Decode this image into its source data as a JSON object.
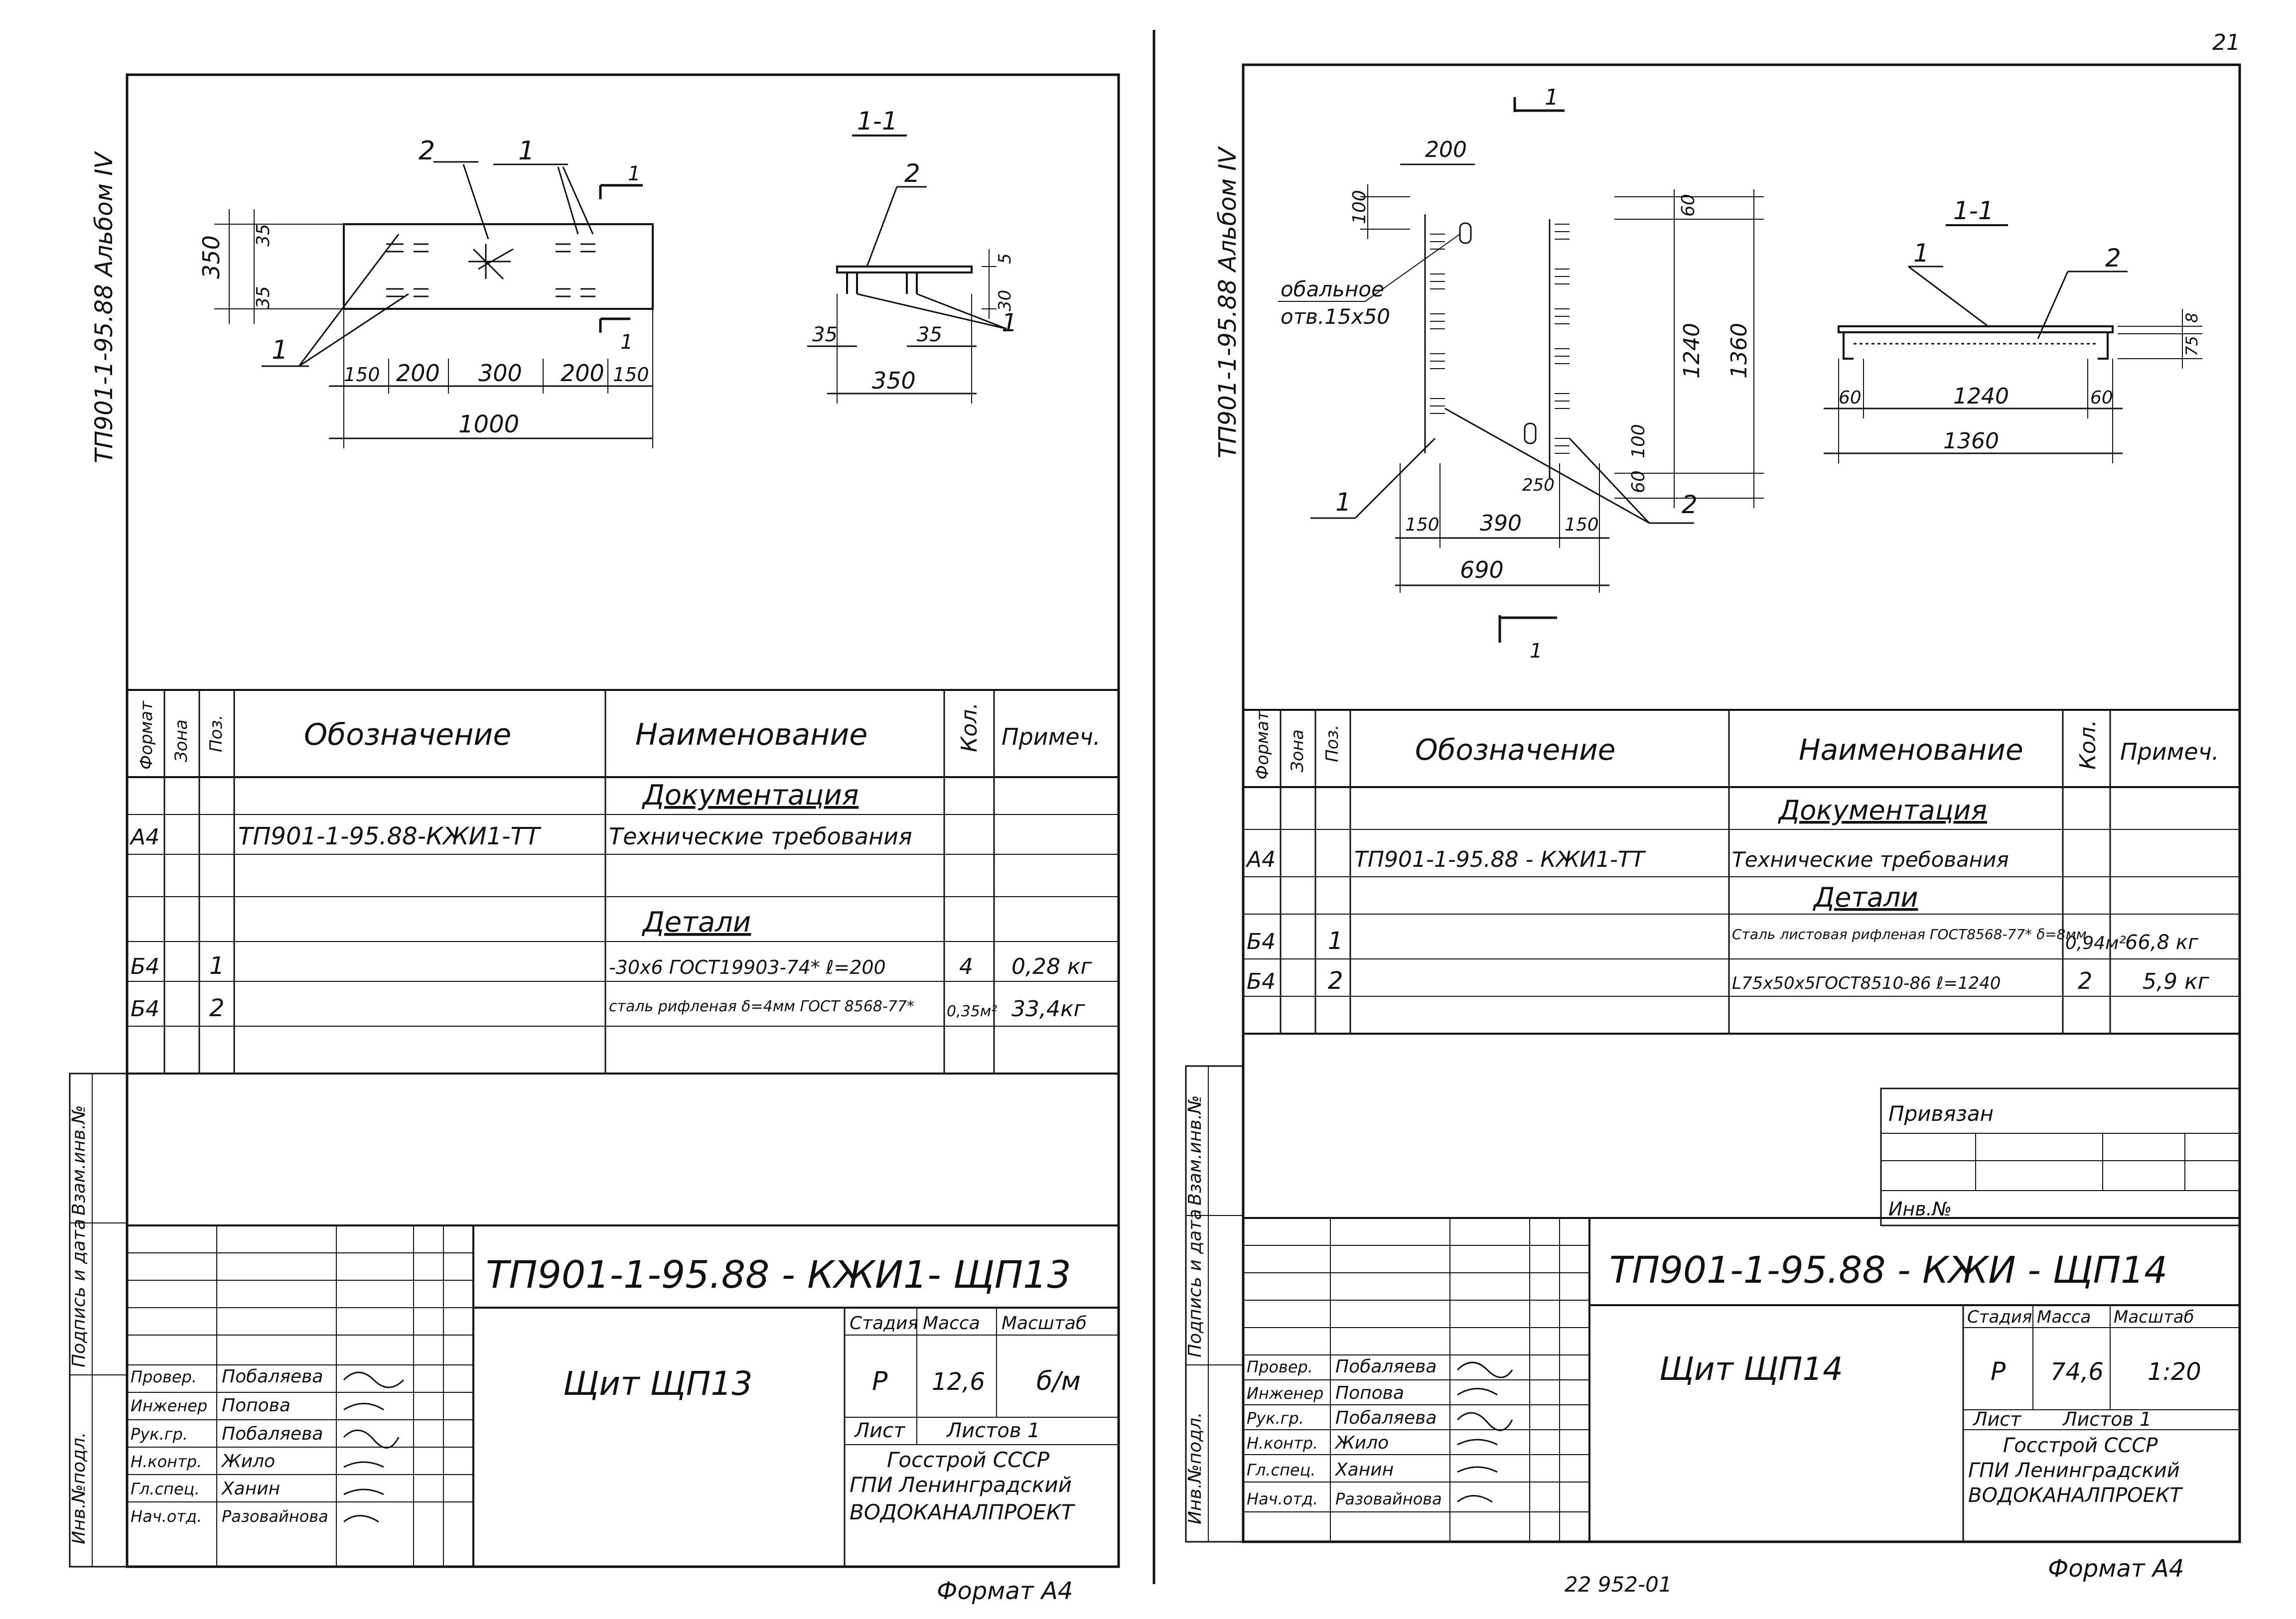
{
  "pageNumber": "21",
  "left": {
    "sideCode": "ТП901-1-95.88 Альбом IV",
    "drawing": {
      "dimH": "350",
      "dimV1": "35",
      "dimV2": "35",
      "segA": "150",
      "segB": "200",
      "segC": "300",
      "segD": "200",
      "segE": "150",
      "total": "1000",
      "lbl1": "1",
      "lbl2": "2",
      "lbl1b": "1",
      "cutMark": "1",
      "cutMark2": "1",
      "sectionTitle": "1-1",
      "secLbl2": "2",
      "secLbl1": "1",
      "secDim30": "30",
      "secDim5": "5",
      "secDim35a": "35",
      "secDim35b": "35",
      "secW": "350"
    },
    "spec": {
      "headers": {
        "format": "Формат",
        "zone": "Зона",
        "pos": "Поз.",
        "designation": "Обозначение",
        "name": "Наименование",
        "qty": "Кол.",
        "note": "Примеч."
      },
      "rows": [
        {
          "format": "",
          "pos": "",
          "designation": "",
          "name": "Документация",
          "qty": "",
          "note": ""
        },
        {
          "format": "А4",
          "pos": "",
          "designation": "ТП901-1-95.88-КЖИ1-ТТ",
          "name": "Технические требования",
          "qty": "",
          "note": ""
        },
        {
          "format": "",
          "pos": "",
          "designation": "",
          "name": "Детали",
          "qty": "",
          "note": ""
        },
        {
          "format": "Б4",
          "pos": "1",
          "designation": "",
          "name": "-30х6 ГОСТ19903-74* ℓ=200",
          "qty": "4",
          "note": "0,28 кг"
        },
        {
          "format": "Б4",
          "pos": "2",
          "designation": "",
          "name": "сталь рифленая δ=4мм ГОСТ 8568-77*",
          "qty": "0,35м²",
          "note": "33,4кг"
        }
      ]
    },
    "sideStamps": [
      "Взам.инв.№",
      "Подпись и дата",
      "Инв.№подл."
    ],
    "titleBlock": {
      "code": "ТП901-1-95.88 - КЖИ1- ЩП13",
      "title": "Щит ЩП13",
      "stageHdr": "Стадия",
      "massHdr": "Масса",
      "scaleHdr": "Масштаб",
      "stage": "Р",
      "mass": "12,6",
      "scale": "б/м",
      "sheet": "Лист",
      "sheets": "Листов 1",
      "org1": "Госстрой СССР",
      "org2": "ГПИ Ленинградский",
      "org3": "ВОДОКАНАЛПРОЕКТ",
      "people": [
        {
          "role": "Провер.",
          "name": "Побаляева"
        },
        {
          "role": "Инженер",
          "name": "Попова"
        },
        {
          "role": "Рук.гр.",
          "name": "Побаляева"
        },
        {
          "role": "Н.контр.",
          "name": "Жило"
        },
        {
          "role": "Гл.спец.",
          "name": "Ханин"
        },
        {
          "role": "Нач.отд.",
          "name": "Разовайнова"
        }
      ]
    },
    "format": "Формат А4"
  },
  "right": {
    "sideCode": "ТП901-1-95.88 Альбом IV",
    "drawing": {
      "top200": "200",
      "d100": "100",
      "d60": "60",
      "d1240": "1240",
      "d1360": "1360",
      "holeNote1": "обальное",
      "holeNote2": "отв.15х50",
      "d100b": "100",
      "d60b": "60",
      "d250": "250",
      "b150a": "150",
      "b390": "390",
      "b150b": "150",
      "total": "690",
      "lbl1": "1",
      "lbl2": "2",
      "cutTop": "1",
      "cutBottom": "1",
      "sectionTitle": "1-1",
      "secLbl1": "1",
      "secLbl2": "2",
      "s8": "8",
      "s75": "75",
      "s60a": "60",
      "s1240": "1240",
      "s60b": "60",
      "s1360": "1360"
    },
    "spec": {
      "headers": {
        "format": "Формат",
        "zone": "Зона",
        "pos": "Поз.",
        "designation": "Обозначение",
        "name": "Наименование",
        "qty": "Кол.",
        "note": "Примеч."
      },
      "rows": [
        {
          "format": "",
          "pos": "",
          "designation": "",
          "name": "Документация",
          "qty": "",
          "note": ""
        },
        {
          "format": "А4",
          "pos": "",
          "designation": "ТП901-1-95.88 - КЖИ1-ТТ",
          "name": "Технические требования",
          "qty": "",
          "note": ""
        },
        {
          "format": "",
          "pos": "",
          "designation": "",
          "name": "Детали",
          "qty": "",
          "note": ""
        },
        {
          "format": "Б4",
          "pos": "1",
          "designation": "",
          "name": "Сталь листовая рифленая ГОСТ8568-77* δ=8мм",
          "qty": "0,94м²",
          "note": "66,8 кг"
        },
        {
          "format": "Б4",
          "pos": "2",
          "designation": "",
          "name": "L75х50х5ГОСТ8510-86 ℓ=1240",
          "qty": "2",
          "note": "5,9 кг"
        }
      ]
    },
    "attached": "Привязан",
    "invNo": "Инв.№",
    "sideStamps": [
      "Взам.инв.№",
      "Подпись и дата",
      "Инв.№подл."
    ],
    "titleBlock": {
      "code": "ТП901-1-95.88 - КЖИ - ЩП14",
      "title": "Щит ЩП14",
      "stageHdr": "Стадия",
      "massHdr": "Масса",
      "scaleHdr": "Масштаб",
      "stage": "Р",
      "mass": "74,6",
      "scale": "1:20",
      "sheet": "Лист",
      "sheets": "Листов 1",
      "org1": "Госстрой СССР",
      "org2": "ГПИ Ленинградский",
      "org3": "ВОДОКАНАЛПРОЕКТ",
      "people": [
        {
          "role": "Провер.",
          "name": "Побаляева"
        },
        {
          "role": "Инженер",
          "name": "Попова"
        },
        {
          "role": "Рук.гр.",
          "name": "Побаляева"
        },
        {
          "role": "Н.контр.",
          "name": "Жило"
        },
        {
          "role": "Гл.спец.",
          "name": "Ханин"
        },
        {
          "role": "Нач.отд.",
          "name": "Разовайнова"
        }
      ]
    },
    "format": "Формат А4",
    "footerNote": "22 952-01"
  }
}
